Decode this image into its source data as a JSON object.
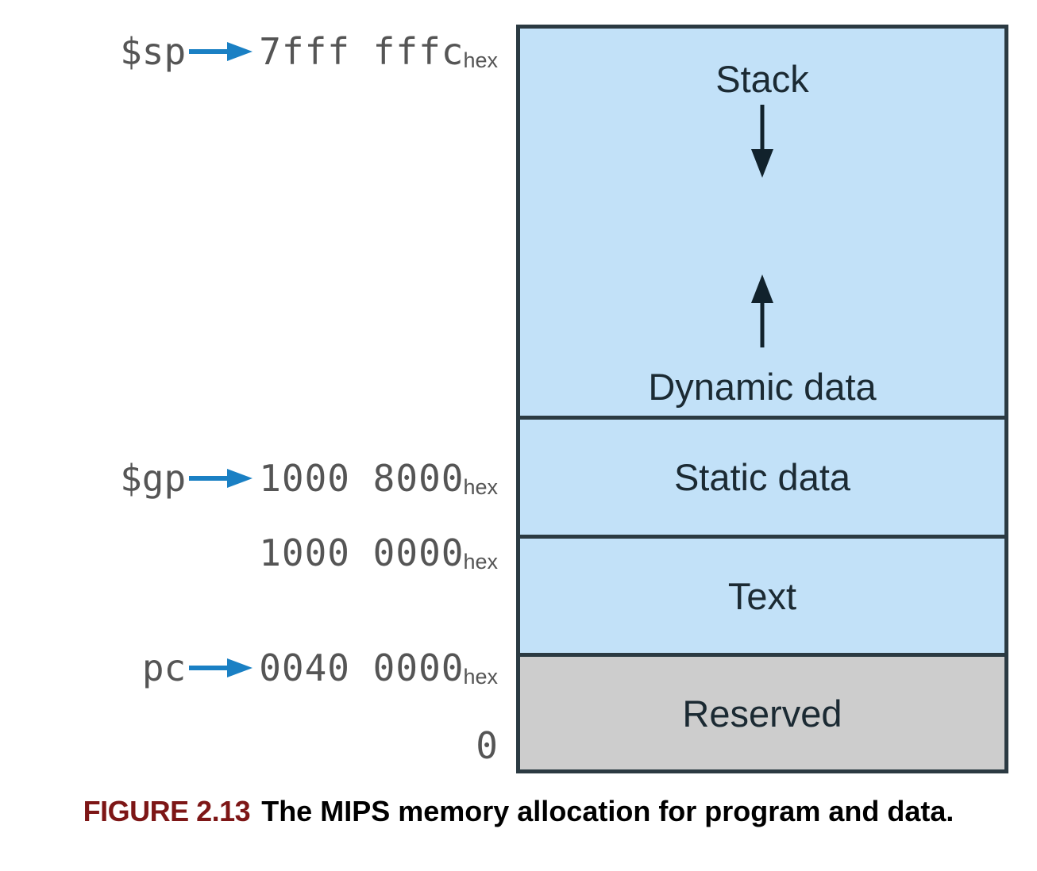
{
  "figure": {
    "caption_label": "FIGURE 2.13",
    "caption_text": "The MIPS memory allocation for program and data."
  },
  "colors": {
    "block_fill_blue": "#c2e1f8",
    "block_fill_gray": "#cdcdcd",
    "border": "#2b3a42",
    "pointer_arrow": "#1a80c4",
    "address_text": "#555555",
    "caption_label": "#7d1616",
    "block_label": "#1b2a33"
  },
  "address_labels": [
    {
      "register": "$sp",
      "has_pointer": true,
      "value": "7fff fffc",
      "subscript": "hex"
    },
    {
      "register": "$gp",
      "has_pointer": true,
      "value": "1000 8000",
      "subscript": "hex"
    },
    {
      "register": "",
      "has_pointer": false,
      "value": "1000 0000",
      "subscript": "hex"
    },
    {
      "register": "pc",
      "has_pointer": true,
      "value": "0040 0000",
      "subscript": "hex"
    },
    {
      "register": "",
      "has_pointer": false,
      "value": "0",
      "subscript": ""
    }
  ],
  "memory_blocks": [
    {
      "id": "stack",
      "title": "Stack",
      "secondary_title": "Dynamic data",
      "fill": "blue",
      "arrows": [
        "down",
        "up"
      ]
    },
    {
      "id": "static",
      "title": "Static data",
      "fill": "blue"
    },
    {
      "id": "text",
      "title": "Text",
      "fill": "blue"
    },
    {
      "id": "reserved",
      "title": "Reserved",
      "fill": "gray"
    }
  ]
}
